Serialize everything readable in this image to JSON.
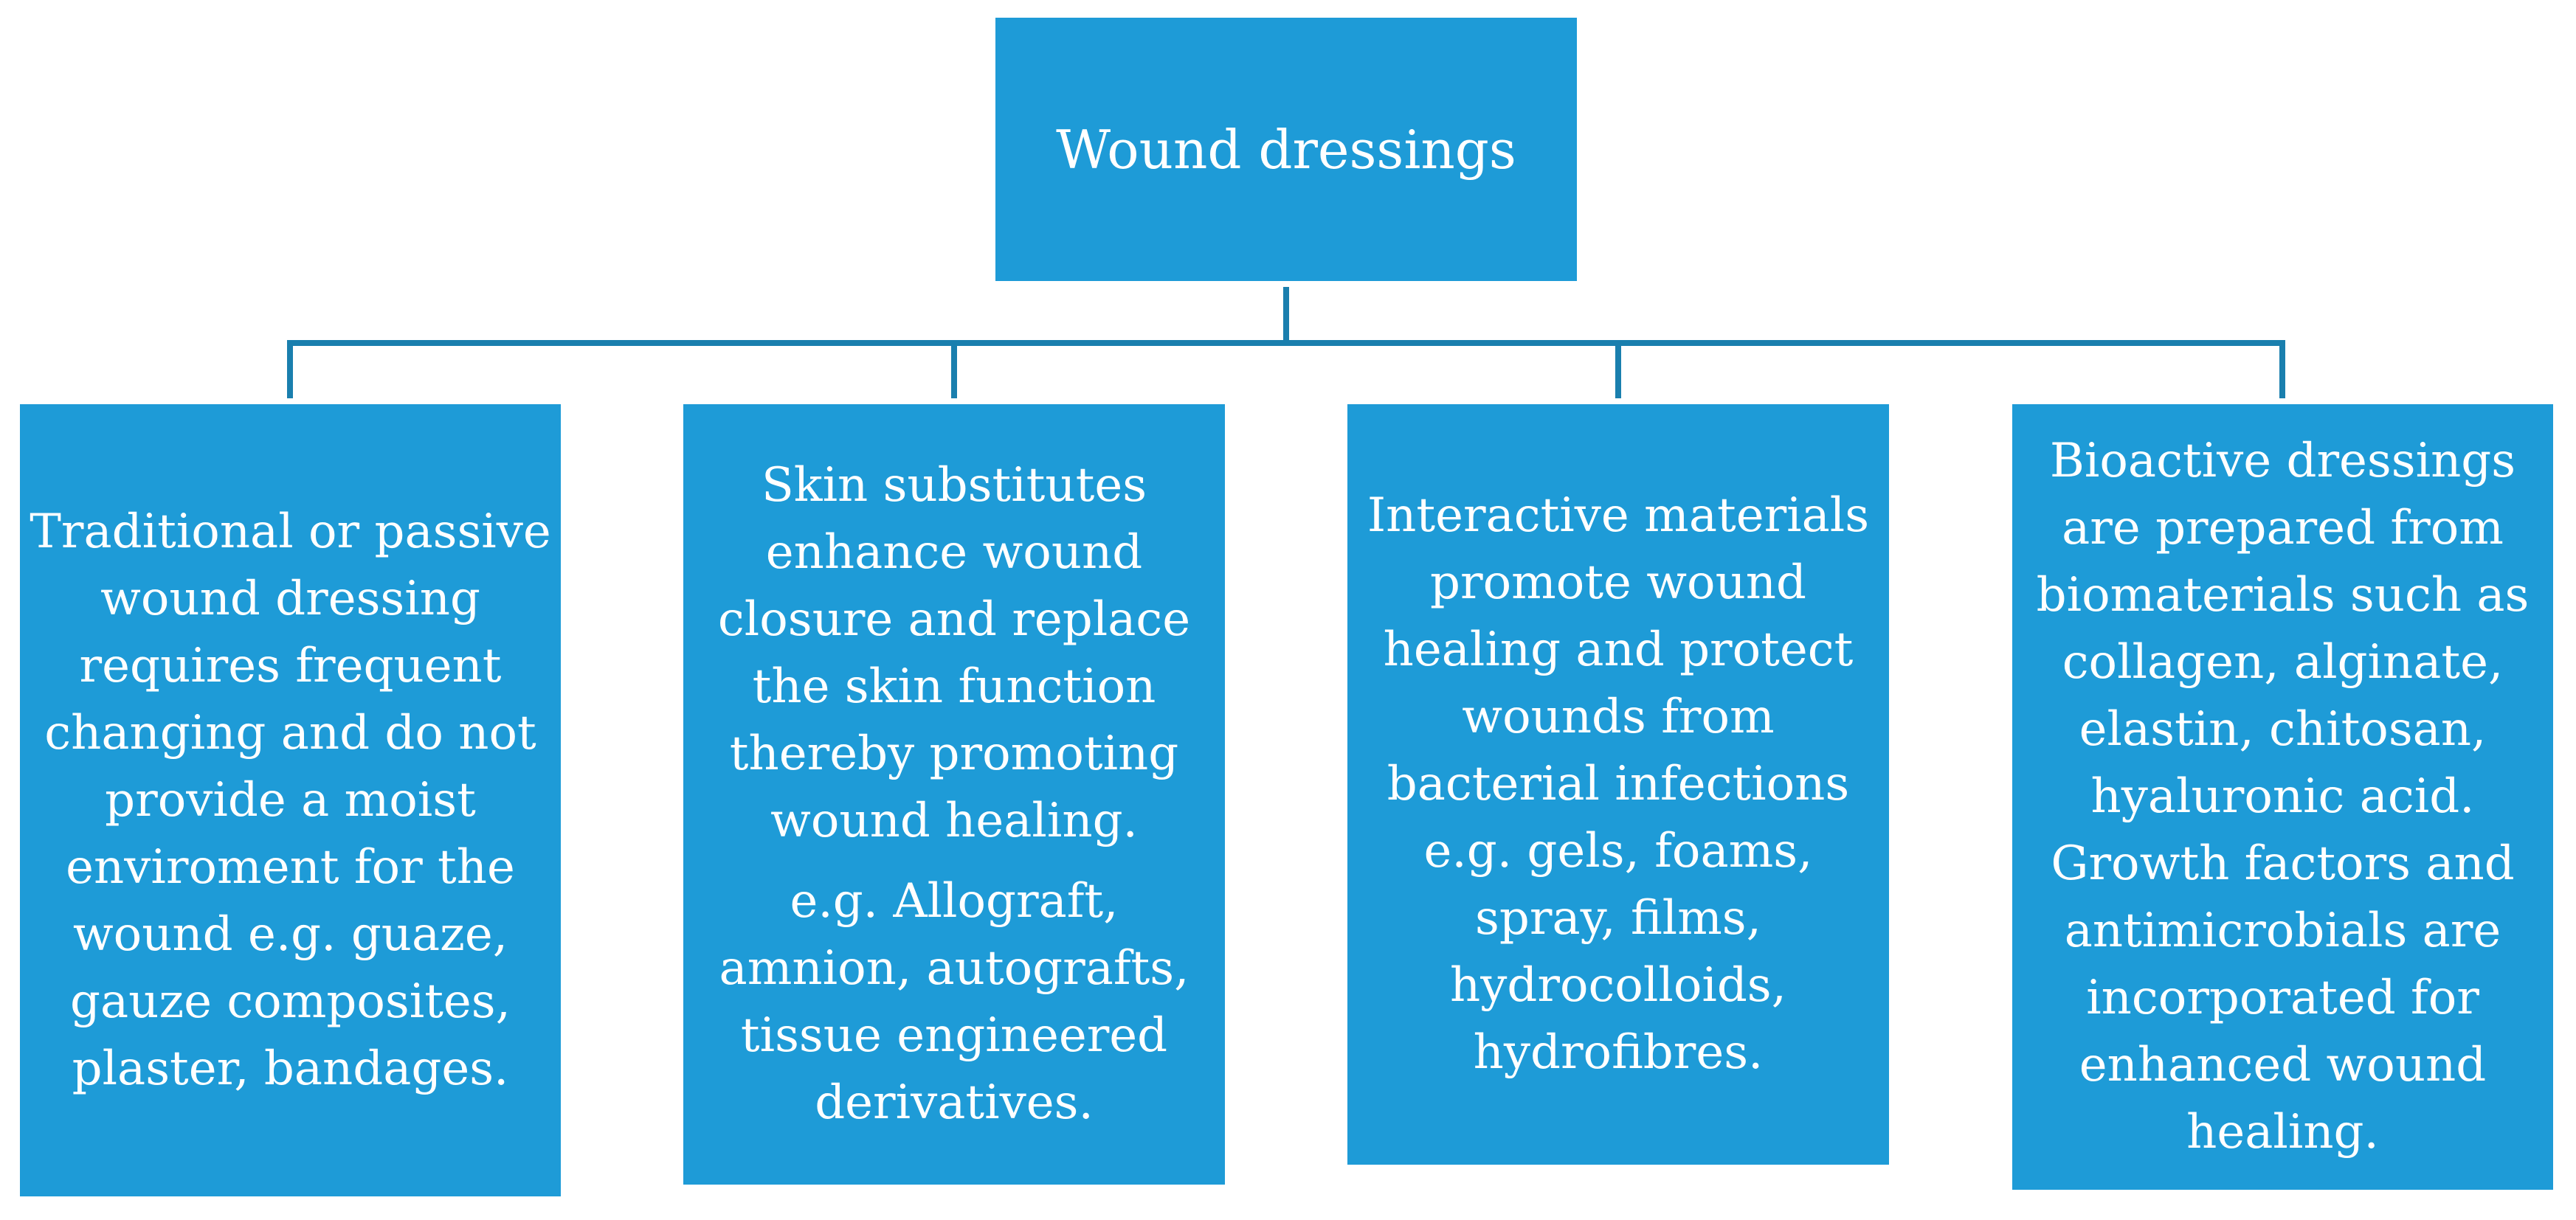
{
  "root": {
    "label": "Wound dressings"
  },
  "categories": [
    {
      "id": "traditional",
      "paragraphs": [
        "Traditional or passive\nwound dressing\nrequires frequent\nchanging and do not\nprovide a moist\nenviroment for the\nwound  e.g. guaze,\ngauze composites,\nplaster, bandages."
      ]
    },
    {
      "id": "skin",
      "paragraphs": [
        "Skin substitutes\nenhance wound\nclosure and replace\nthe skin function\nthereby promoting\nwound healing.",
        "e.g. Allograft,\namnion, autografts,\ntissue engineered\nderivatives."
      ]
    },
    {
      "id": "interactive",
      "paragraphs": [
        "Interactive materials\npromote wound\nhealing and protect\nwounds from\nbacterial infections\ne.g. gels, foams,\nspray, films,\nhydrocolloids,\nhydrofibres."
      ]
    },
    {
      "id": "bioactive",
      "paragraphs": [
        "Bioactive dressings\nare prepared from\nbiomaterials such as\ncollagen, alginate,\nelastin, chitosan,\nhyaluronic acid.\nGrowth factors and\nantimicrobials are\nincorporated for\nenhanced wound\nhealing."
      ]
    }
  ],
  "colors": {
    "box_fill": "#1e9bd7",
    "connector": "#1a7fae",
    "text": "#ffffff"
  }
}
